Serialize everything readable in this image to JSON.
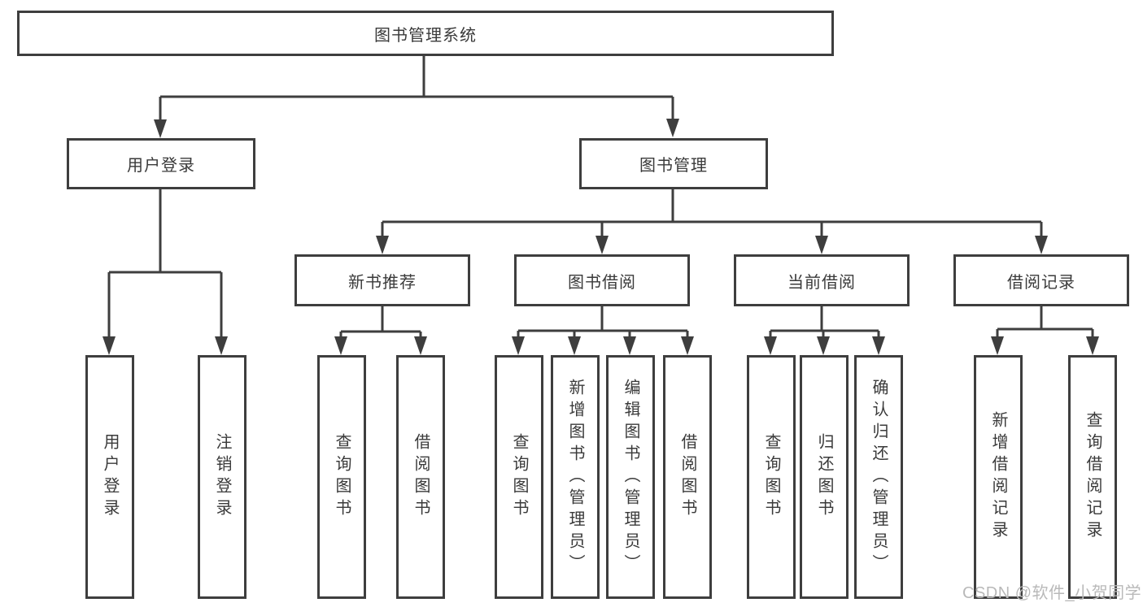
{
  "diagram": {
    "root": "图书管理系统",
    "level2": [
      "用户登录",
      "图书管理"
    ],
    "level3": [
      "新书推荐",
      "图书借阅",
      "当前借阅",
      "借阅记录"
    ],
    "leaves": [
      "用户登录",
      "注销登录",
      "查询图书",
      "借阅图书",
      "查询图书",
      "新增图书（管理员）",
      "编辑图书（管理员）",
      "借阅图书",
      "查询图书",
      "归还图书",
      "确认归还（管理员）",
      "新增借阅记录",
      "查询借阅记录"
    ]
  },
  "watermark": "CSDN @软件_小贺同学",
  "colors": {
    "line": "#3e3e3e",
    "text": "#3a3a3a",
    "watermark": "#b9b9b9",
    "background": "#ffffff"
  }
}
